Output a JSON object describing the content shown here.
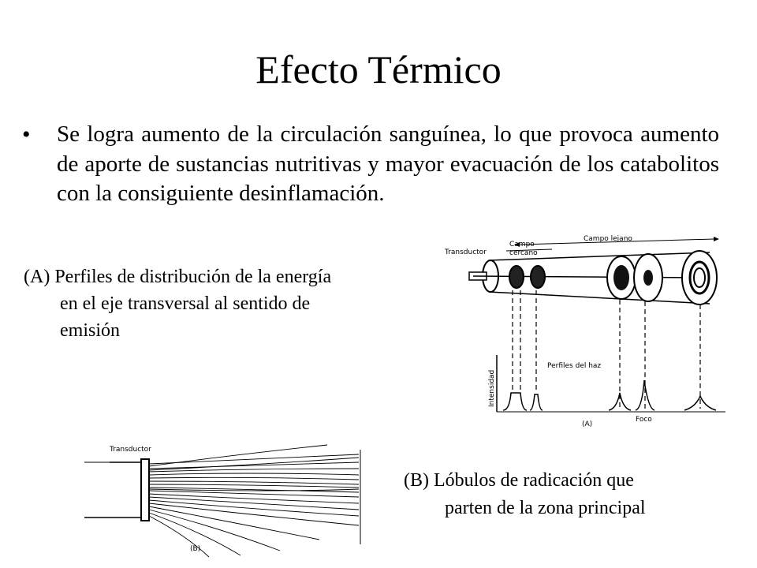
{
  "slide": {
    "title": "Efecto Térmico",
    "bullet_symbol": "•",
    "bullet_text": "Se logra aumento de la circulación sanguínea, lo que provoca aumento de aporte de sustancias nutritivas y mayor evacuación de los catabolitos con la consiguiente desinflamación."
  },
  "caption_a": {
    "line1": "(A) Perfiles de distribución de la energía",
    "line2": "en el eje transversal al sentido de",
    "line3": "emisión"
  },
  "caption_b": {
    "line1": "(B) Lóbulos de radicación que",
    "line2": "parten de la zona principal"
  },
  "figure_a": {
    "transducer_label": "Transductor",
    "near_field_label_1": "Campo",
    "near_field_label_2": "cercano",
    "far_field_label": "Campo lejano",
    "profiles_label": "Perfiles del haz",
    "intensity_label": "Intensidad",
    "focus_label": "Foco",
    "figure_tag": "(A)"
  },
  "figure_b": {
    "transducer_label": "Transductor",
    "figure_tag": "(B)"
  }
}
